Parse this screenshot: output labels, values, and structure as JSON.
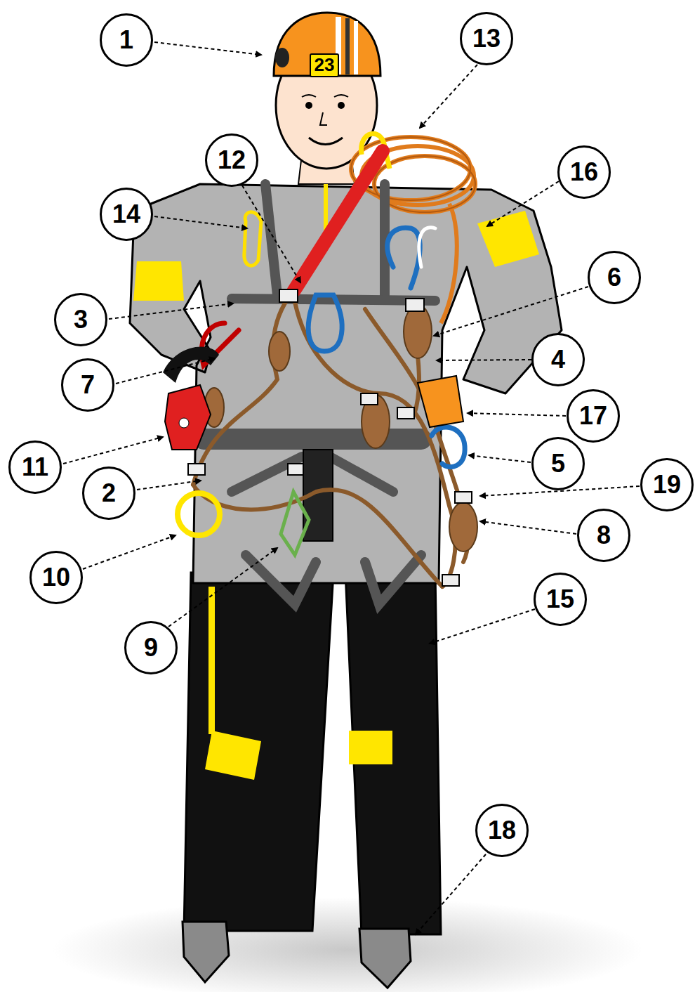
{
  "diagram": {
    "labels": [
      "1",
      "23",
      "13",
      "12",
      "16",
      "14",
      "6",
      "3",
      "4",
      "7",
      "17",
      "11",
      "5",
      "2",
      "19",
      "10",
      "8",
      "15",
      "9",
      "18"
    ]
  }
}
